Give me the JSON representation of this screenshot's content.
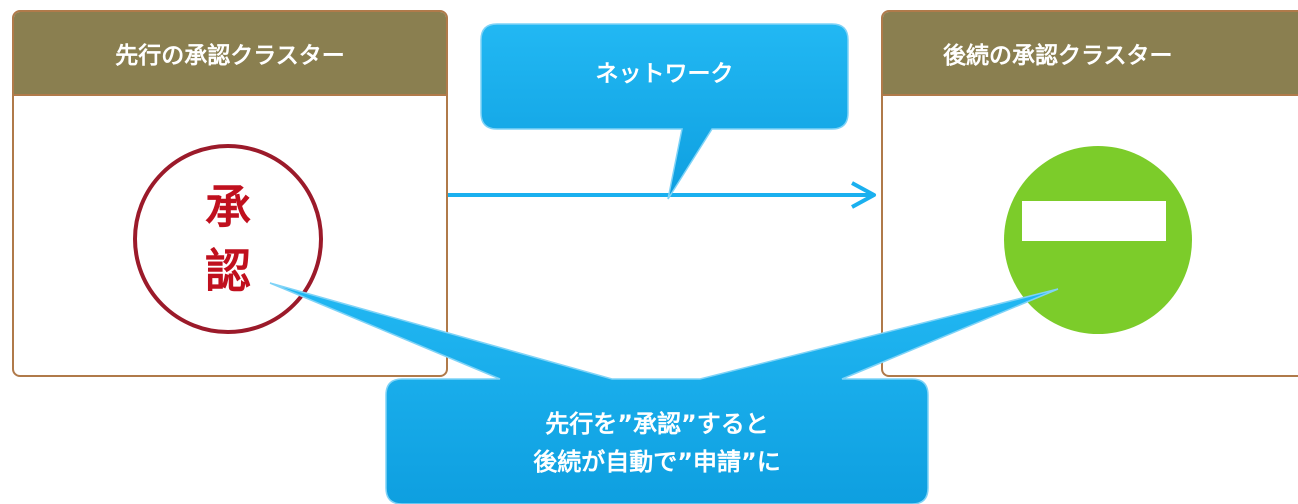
{
  "left_panel": {
    "title": "先行の承認クラスター"
  },
  "right_panel": {
    "title": "後続の承認クラスター"
  },
  "network_callout": {
    "label": "ネットワーク"
  },
  "approve_stamp": {
    "line1": "承",
    "line2": "認"
  },
  "bottom_callout": {
    "line1": "先行を”承認”すると",
    "line2": "後続が自動で”申請”に"
  },
  "colors": {
    "callout": "#1ab0ef",
    "header": "#8a7f50",
    "stamp": "#9b1a2a",
    "apply_circle": "#7ccc2a"
  }
}
